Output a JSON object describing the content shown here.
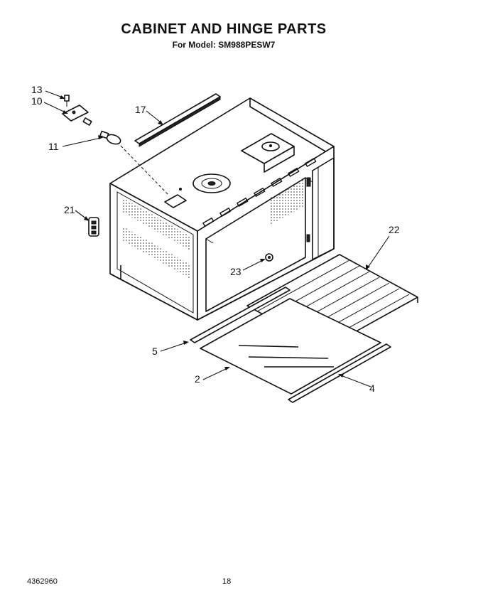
{
  "header": {
    "title": "CABINET AND HINGE PARTS",
    "model_line": "For Model: SM988PESW7"
  },
  "footer": {
    "doc_number": "4362960",
    "page_number": "18"
  },
  "callouts": {
    "c13": "13",
    "c10": "10",
    "c11": "11",
    "c17": "17",
    "c21": "21",
    "c22": "22",
    "c23": "23",
    "c5": "5",
    "c2": "2",
    "c4": "4"
  }
}
